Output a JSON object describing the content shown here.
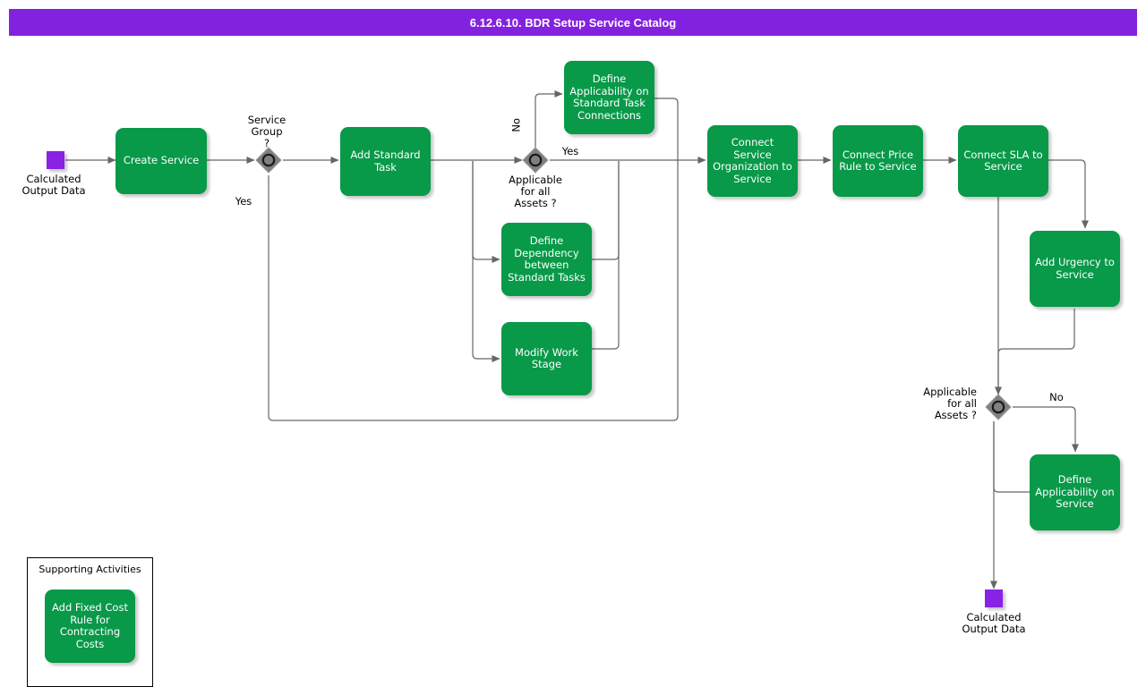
{
  "header": {
    "title": "6.12.6.10. BDR Setup Service Catalog",
    "bar_color": "#8322de",
    "text_color": "#ffffff"
  },
  "theme": {
    "task_fill": "#089949",
    "task_text": "#ffffff",
    "gateway_fill": "#808080",
    "gateway_ring": "#1a1a1a",
    "dataobject_fill": "#8822e4",
    "edge_color": "#666666",
    "page_bg": "#ffffff"
  },
  "diagram": {
    "type": "bpmn-flowchart",
    "data_objects": [
      {
        "name": "start-data-object",
        "label": "Calculated\nOutput Data",
        "label_line1": "Calculated",
        "label_line2": "Output Data"
      },
      {
        "name": "end-data-object",
        "label": "Calculated\nOutput Data",
        "label_line1": "Calculated",
        "label_line2": "Output Data"
      }
    ],
    "tasks": [
      {
        "id": "create-service",
        "label": "Create Service"
      },
      {
        "id": "add-standard-task",
        "label": "Add Standard\nTask"
      },
      {
        "id": "define-applicability-stc",
        "label": "Define\nApplicability on\nStandard Task\nConnections"
      },
      {
        "id": "define-dependency",
        "label": "Define\nDependency\nbetween\nStandard Tasks"
      },
      {
        "id": "modify-work-stage",
        "label": "Modify Work\nStage"
      },
      {
        "id": "connect-service-org",
        "label": "Connect Service\nOrganization to\nService"
      },
      {
        "id": "connect-price-rule",
        "label": "Connect Price\nRule to Service"
      },
      {
        "id": "connect-sla",
        "label": "Connect SLA to\nService"
      },
      {
        "id": "add-urgency",
        "label": "Add Urgency to\nService"
      },
      {
        "id": "define-applicability-service",
        "label": "Define\nApplicability on\nService"
      },
      {
        "id": "add-fixed-cost-rule",
        "label": "Add Fixed Cost\nRule for\nContracting\nCosts"
      }
    ],
    "gateways": [
      {
        "id": "gw-service-group",
        "label": "Service\nGroup\n?",
        "kind": "inclusive"
      },
      {
        "id": "gw-applicable-1",
        "label": "Applicable\nfor all\nAssets ?",
        "kind": "inclusive"
      },
      {
        "id": "gw-applicable-2",
        "label": "Applicable\nfor all\nAssets ?",
        "kind": "inclusive"
      }
    ],
    "edge_labels": [
      {
        "id": "lbl-yes-service-group",
        "text": "Yes"
      },
      {
        "id": "lbl-no-applicable-1",
        "text": "No"
      },
      {
        "id": "lbl-yes-applicable-1",
        "text": "Yes"
      },
      {
        "id": "lbl-no-applicable-2",
        "text": "No"
      }
    ],
    "group": {
      "id": "supporting-activities",
      "title": "Supporting Activities"
    }
  },
  "labels": {
    "service_group_l1": "Service",
    "service_group_l2": "Group",
    "service_group_l3": "?",
    "applicable_l1": "Applicable",
    "applicable_l2": "for all",
    "applicable_l3": "Assets ?",
    "yes": "Yes",
    "no": "No",
    "supporting_activities": "Supporting Activities",
    "calculated": "Calculated",
    "output_data": "Output Data"
  }
}
